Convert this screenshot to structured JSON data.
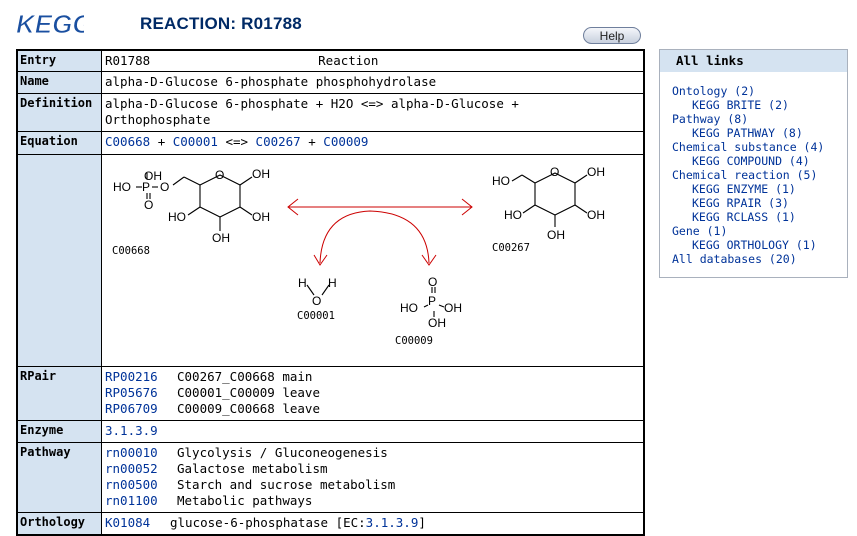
{
  "logo": {
    "text": "KEGG"
  },
  "page_title": "REACTION: R01788",
  "help_label": "Help",
  "rows": {
    "entry": {
      "label": "Entry",
      "id": "R01788",
      "type": "Reaction"
    },
    "name": {
      "label": "Name",
      "value": "alpha-D-Glucose 6-phosphate phosphohydrolase"
    },
    "definition": {
      "label": "Definition",
      "line1": "alpha-D-Glucose 6-phosphate + H2O <=> alpha-D-Glucose +",
      "line2": "Orthophosphate"
    },
    "equation": {
      "label": "Equation",
      "c1": "C00668",
      "plus1": "+",
      "c2": "C00001",
      "arrow": "<=>",
      "c3": "C00267",
      "plus2": "+",
      "c4": "C00009"
    },
    "rpair": {
      "label": "RPair",
      "items": [
        {
          "id": "RP00216",
          "desc": "C00267_C00668 main"
        },
        {
          "id": "RP05676",
          "desc": "C00001_C00009 leave"
        },
        {
          "id": "RP06709",
          "desc": "C00009_C00668 leave"
        }
      ]
    },
    "enzyme": {
      "label": "Enzyme",
      "value": "3.1.3.9"
    },
    "pathway": {
      "label": "Pathway",
      "items": [
        {
          "id": "rn00010",
          "desc": "Glycolysis / Gluconeogenesis"
        },
        {
          "id": "rn00052",
          "desc": "Galactose metabolism"
        },
        {
          "id": "rn00500",
          "desc": "Starch and sucrose metabolism"
        },
        {
          "id": "rn01100",
          "desc": "Metabolic pathways"
        }
      ]
    },
    "orthology": {
      "label": "Orthology",
      "id": "K01084",
      "desc": "glucose-6-phosphatase [EC:",
      "ec": "3.1.3.9",
      "close": "]"
    }
  },
  "diagram": {
    "compounds": {
      "c00668": "C00668",
      "c00267": "C00267",
      "c00001": "C00001",
      "c00009": "C00009"
    },
    "atoms": {
      "oh": "OH",
      "o": "O",
      "p": "P",
      "ho": "HO",
      "h": "H"
    },
    "arrow_color": "#cc0000"
  },
  "sidebar": {
    "title": "All links",
    "items": [
      {
        "label": "Ontology (2)",
        "level": 0
      },
      {
        "label": "KEGG BRITE (2)",
        "level": 1
      },
      {
        "label": "Pathway (8)",
        "level": 0
      },
      {
        "label": "KEGG PATHWAY (8)",
        "level": 1
      },
      {
        "label": "Chemical substance (4)",
        "level": 0
      },
      {
        "label": "KEGG COMPOUND (4)",
        "level": 1
      },
      {
        "label": "Chemical reaction (5)",
        "level": 0
      },
      {
        "label": "KEGG ENZYME (1)",
        "level": 1
      },
      {
        "label": "KEGG RPAIR (3)",
        "level": 1
      },
      {
        "label": "KEGG RCLASS (1)",
        "level": 1
      },
      {
        "label": "Gene (1)",
        "level": 0
      },
      {
        "label": "KEGG ORTHOLOGY (1)",
        "level": 1
      },
      {
        "label": "All databases (20)",
        "level": 0
      }
    ]
  },
  "colors": {
    "header_bg": "#d5e3f1",
    "link": "#003399",
    "title": "#002a66"
  }
}
